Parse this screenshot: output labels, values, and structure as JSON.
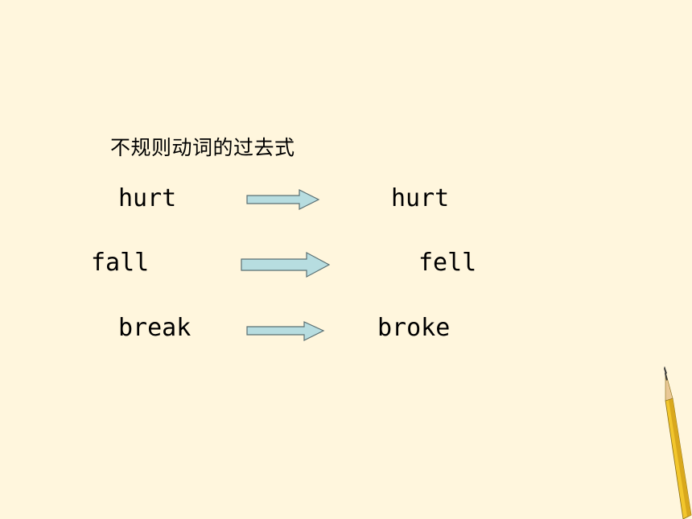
{
  "slide": {
    "heading": "不规则动词的过去式",
    "rows": [
      {
        "base": "hurt",
        "past": "hurt"
      },
      {
        "base": "fall",
        "past": "fell"
      },
      {
        "base": "break",
        "past": "broke"
      }
    ]
  },
  "colors": {
    "background": "#fff6dd",
    "arrow_fill": "#b7dde0",
    "arrow_stroke": "#5a6f72",
    "pencil_body": "#f2c62c",
    "pencil_wood": "#e9c896",
    "pencil_lead": "#3a3a3a"
  },
  "icons": [
    "arrow-right-icon",
    "pencil-icon"
  ]
}
